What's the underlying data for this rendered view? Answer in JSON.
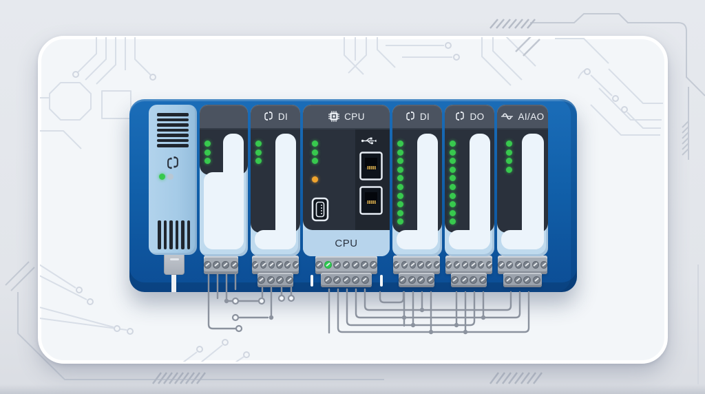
{
  "illustration": {
    "type": "plc-controller-rack",
    "colors": {
      "background": "#e3e6eb",
      "card": "#f3f6f9",
      "rack_blue": "#1160aa",
      "rack_blue_dark": "#0c4d95",
      "module_dark": "#2a313c",
      "module_header": "#4b5360",
      "module_light_blue": "#bfdaee",
      "module_white": "#ecf4fb",
      "psu_body": "#a5cbe7",
      "led_green": "#38c94e",
      "led_off": "#b9c7d3",
      "led_orange": "#f0a42e",
      "terminal_gray": "#a6adb6",
      "wire_gray": "#8b929e",
      "trace_gray": "#c4cad4"
    },
    "modules": [
      {
        "id": "psu",
        "kind": "power-supply",
        "header_label": "",
        "icon": "connector-icon",
        "leds_green": 1,
        "leds_off": 1
      },
      {
        "id": "slot-blank",
        "kind": "io",
        "header_label": "",
        "icon": "",
        "led_count": 3
      },
      {
        "id": "di-1",
        "kind": "io",
        "header_label": "DI",
        "icon": "connector-icon",
        "led_count": 3
      },
      {
        "id": "cpu",
        "kind": "cpu",
        "header_label": "CPU",
        "icon": "chip-icon",
        "led_count": 3,
        "status_led": "orange",
        "body_label": "CPU",
        "ports": [
          "usb",
          "ethernet",
          "ethernet",
          "mini-usb"
        ]
      },
      {
        "id": "di-2",
        "kind": "io",
        "header_label": "DI",
        "icon": "connector-icon",
        "led_count": 10
      },
      {
        "id": "do-1",
        "kind": "io",
        "header_label": "DO",
        "icon": "connector-icon",
        "led_count": 10
      },
      {
        "id": "ai-ao",
        "kind": "io",
        "header_label": "AI/AO",
        "icon": "wave-icon",
        "led_count": 4
      }
    ],
    "terminal_blocks": [
      {
        "module": "slot-blank",
        "rows": [
          4
        ]
      },
      {
        "module": "di-1",
        "rows": [
          6,
          4
        ]
      },
      {
        "module": "cpu",
        "rows": [
          7,
          5
        ],
        "green_screw": {
          "row": 0,
          "index": 1
        },
        "side_clips": 2
      },
      {
        "module": "di-2",
        "rows": [
          6,
          4
        ]
      },
      {
        "module": "do-1",
        "rows": [
          6,
          4
        ]
      },
      {
        "module": "ai-ao",
        "rows": [
          6,
          4
        ]
      }
    ]
  }
}
